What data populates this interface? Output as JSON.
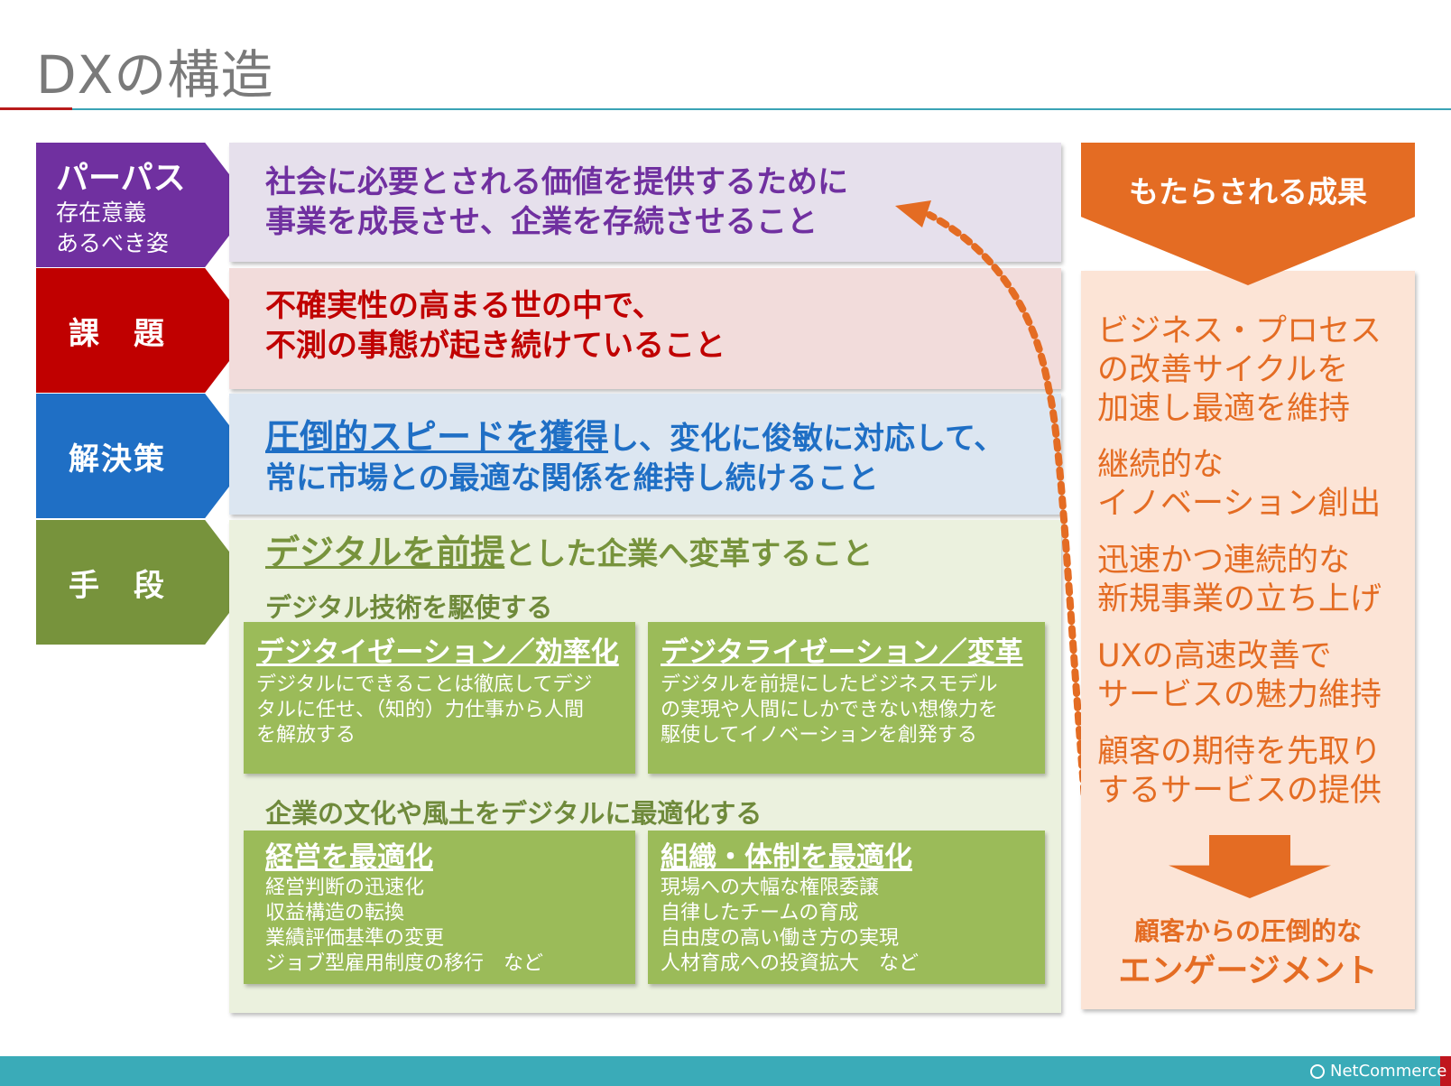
{
  "title": "DXの構造",
  "rows": {
    "purpose": {
      "label_main": "パーパス",
      "label_sub1": "存在意義",
      "label_sub2": "あるべき姿",
      "line1": "社会に必要とされる価値を提供するために",
      "line2": "事業を成長させ、企業を存続させること"
    },
    "issue": {
      "label": "課　題",
      "line1": "不確実性の高まる世の中で、",
      "line2": "不測の事態が起き続けていること"
    },
    "solution": {
      "label": "解決策",
      "line1_underlined": "圧倒的スピードを獲得",
      "line1_rest": "し、変化に俊敏に対応して、",
      "line2": "常に市場との最適な関係を維持し続けること"
    },
    "means": {
      "label": "手　段",
      "headline_underlined": "デジタルを前提",
      "headline_rest": "とした企業へ変革すること",
      "sub1": "デジタル技術を駆使する",
      "sub2": "企業の文化や風土をデジタルに最適化する",
      "boxes": [
        {
          "title": "デジタイゼーション／効率化",
          "lines": [
            "デジタルにできることは徹底してデジ",
            "タルに任せ、（知的）力仕事から人間",
            "を解放する"
          ]
        },
        {
          "title": "デジタライゼーション／変革",
          "lines": [
            "デジタルを前提にしたビジネスモデル",
            "の実現や人間にしかできない想像力を",
            "駆使してイノベーションを創発する"
          ]
        },
        {
          "title": "経営を最適化",
          "lines": [
            "経営判断の迅速化",
            "収益構造の転換",
            "業績評価基準の変更",
            "ジョブ型雇用制度の移行　など"
          ]
        },
        {
          "title": "組織・体制を最適化",
          "lines": [
            "現場への大幅な権限委譲",
            "自律したチームの育成",
            "自由度の高い働き方の実現",
            "人材育成への投資拡大　など"
          ]
        }
      ]
    }
  },
  "results": {
    "header": "もたらされる成果",
    "items": [
      [
        "ビジネス・プロセス",
        "の改善サイクルを",
        "加速し最適を維持"
      ],
      [
        "継続的な",
        "イノベーション創出"
      ],
      [
        "迅速かつ連続的な",
        "新規事業の立ち上げ"
      ],
      [
        "UXの高速改善で",
        "サービスの魅力維持"
      ],
      [
        "顧客の期待を先取り",
        "するサービスの提供"
      ]
    ],
    "engagement_line1": "顧客からの圧倒的な",
    "engagement_line2": "エンゲージメント"
  },
  "footer": {
    "logo_text": "NetCommerce"
  },
  "colors": {
    "purple": "#7030a0",
    "purple_bg": "#e6e0ec",
    "red": "#c00000",
    "red_bg": "#f2dcdb",
    "blue": "#1f6fc5",
    "blue_bg": "#dce6f1",
    "green": "#77933c",
    "green_bg": "#ebf1de",
    "green_box": "#9bbb59",
    "orange": "#e46c23",
    "orange_bg": "#fce4d6",
    "teal": "#3aabb8"
  }
}
